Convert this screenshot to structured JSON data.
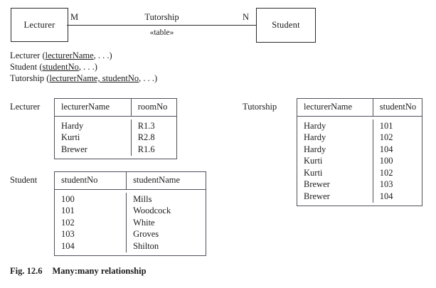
{
  "figure": {
    "caption_number": "Fig. 12.6",
    "caption_text": "Many:many relationship"
  },
  "er_diagram": {
    "left_entity": "Lecturer",
    "right_entity": "Student",
    "left_multiplicity": "M",
    "right_multiplicity": "N",
    "relationship_name": "Tutorship",
    "relationship_stereotype": "«table»"
  },
  "schema": {
    "lines": [
      {
        "relation": "Lecturer (",
        "key": "lecturerName",
        "rest": ", . . .)"
      },
      {
        "relation": "Student (",
        "key": "studentNo",
        "rest": ", . . .)"
      },
      {
        "relation": "Tutorship (",
        "key": "lecturerName, studentNo",
        "rest": ", . . .)"
      }
    ]
  },
  "tables": {
    "lecturer": {
      "label": "Lecturer",
      "columns": [
        "lecturerName",
        "roomNo"
      ],
      "rows": [
        [
          "Hardy",
          "R1.3"
        ],
        [
          "Kurti",
          "R2.8"
        ],
        [
          "Brewer",
          "R1.6"
        ]
      ]
    },
    "student": {
      "label": "Student",
      "columns": [
        "studentNo",
        "studentName"
      ],
      "rows": [
        [
          "100",
          "Mills"
        ],
        [
          "101",
          "Woodcock"
        ],
        [
          "102",
          "White"
        ],
        [
          "103",
          "Groves"
        ],
        [
          "104",
          "Shilton"
        ]
      ]
    },
    "tutorship": {
      "label": "Tutorship",
      "columns": [
        "lecturerName",
        "studentNo"
      ],
      "rows": [
        [
          "Hardy",
          "101"
        ],
        [
          "Hardy",
          "102"
        ],
        [
          "Hardy",
          "104"
        ],
        [
          "Kurti",
          "100"
        ],
        [
          "Kurti",
          "102"
        ],
        [
          "Brewer",
          "103"
        ],
        [
          "Brewer",
          "104"
        ]
      ]
    }
  },
  "colors": {
    "background": "#ffffff",
    "text": "#1a1a1a",
    "entity_border": "#2a2a2a",
    "table_border": "#50505a"
  }
}
